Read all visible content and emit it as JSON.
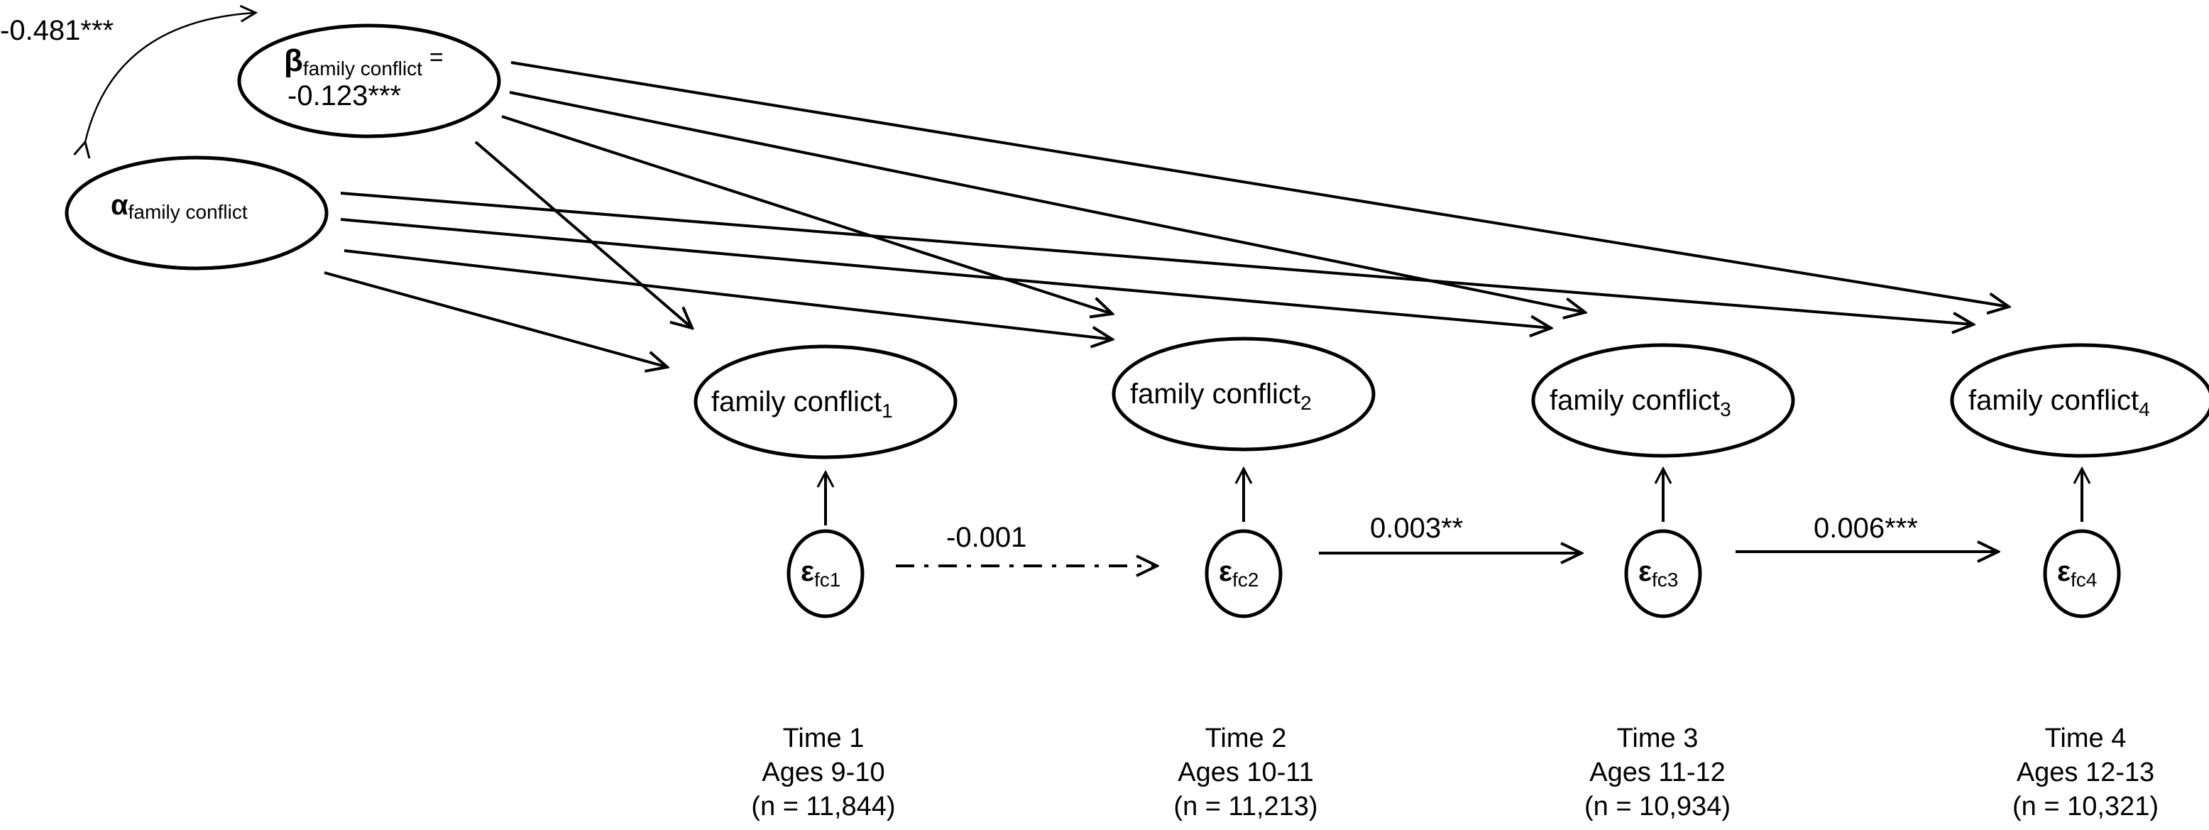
{
  "latent": {
    "alpha": {
      "symbol": "α",
      "subscript": "family conflict"
    },
    "beta": {
      "symbol": "β",
      "subscript": "family conflict",
      "equals": "=",
      "value": "-0.123***"
    },
    "covariance": "-0.481***"
  },
  "observed": [
    {
      "label": "family conflict",
      "sub": "1"
    },
    {
      "label": "family conflict",
      "sub": "2"
    },
    {
      "label": "family conflict",
      "sub": "3"
    },
    {
      "label": "family conflict",
      "sub": "4"
    }
  ],
  "errors": [
    {
      "symbol": "ε",
      "sub": "fc1"
    },
    {
      "symbol": "ε",
      "sub": "fc2"
    },
    {
      "symbol": "ε",
      "sub": "fc3"
    },
    {
      "symbol": "ε",
      "sub": "fc4"
    }
  ],
  "error_paths": [
    {
      "label": "-0.001",
      "style": "dash-dot"
    },
    {
      "label": "0.003**",
      "style": "solid"
    },
    {
      "label": "0.006***",
      "style": "solid"
    }
  ],
  "timepoints": [
    {
      "time": "Time 1",
      "ages": "Ages 9-10",
      "n": "(n = 11,844)"
    },
    {
      "time": "Time 2",
      "ages": "Ages 10-11",
      "n": "(n = 11,213)"
    },
    {
      "time": "Time 3",
      "ages": "Ages 11-12",
      "n": "(n = 10,934)"
    },
    {
      "time": "Time 4",
      "ages": "Ages 12-13",
      "n": "(n = 10,321)"
    }
  ]
}
